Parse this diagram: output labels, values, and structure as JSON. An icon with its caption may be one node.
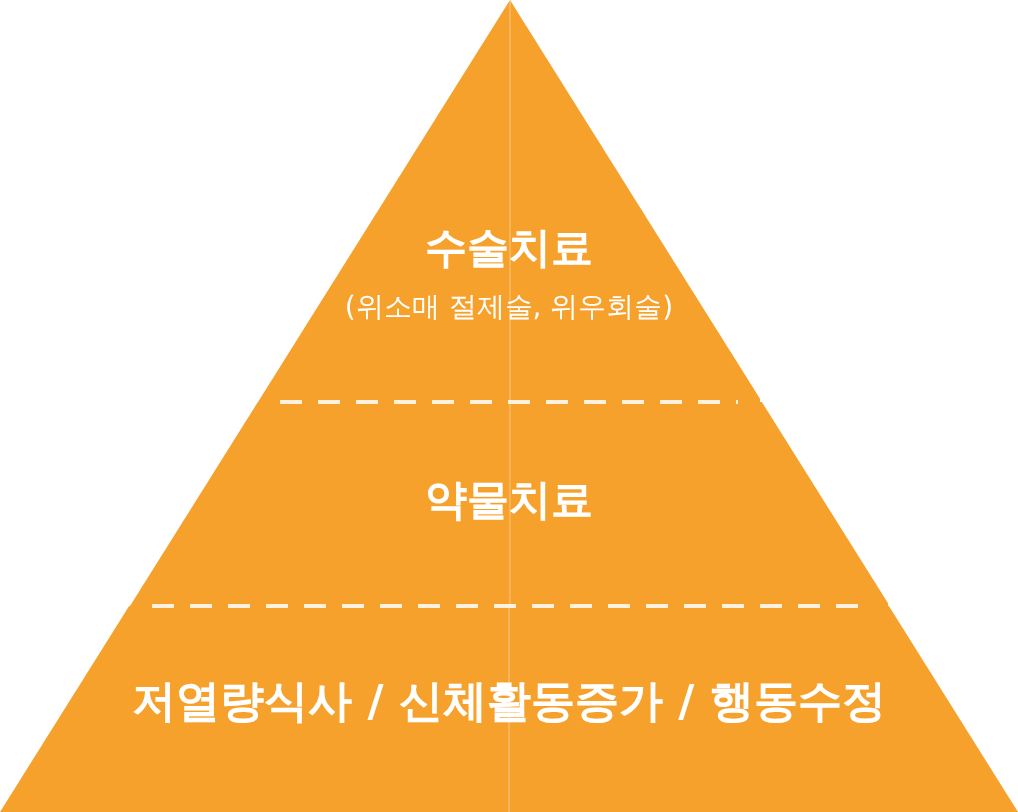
{
  "diagram": {
    "nodes": [
      {
        "text": [
          "수술치료",
          "(위소매 절제술, 위우회술)"
        ]
      },
      {
        "text": [
          "약물치료"
        ]
      },
      {
        "text": [
          "저열량식사 / 신체활동증가 / 행동수정"
        ]
      }
    ]
  }
}
